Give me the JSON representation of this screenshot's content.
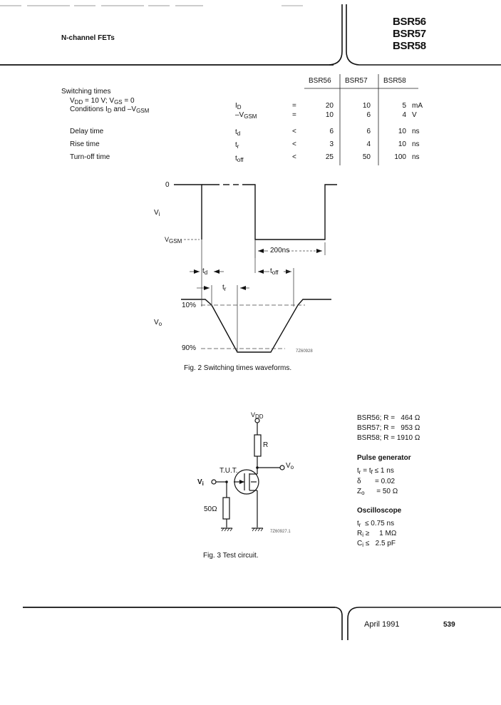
{
  "header": {
    "subtitle": "N-channel FETs",
    "types": [
      "BSR56",
      "BSR57",
      "BSR58"
    ]
  },
  "table": {
    "columns": [
      "BSR56",
      "BSR57",
      "BSR58"
    ],
    "section_title": "Switching times",
    "cond1": "V_DD = 10 V; V_GS = 0",
    "cond2": "Conditions I_D and -V_GSM",
    "rows": [
      {
        "label": "",
        "sym": "I_D",
        "rel": "=",
        "v": [
          "20",
          "10",
          "5"
        ],
        "unit": "mA"
      },
      {
        "label": "",
        "sym": "-V_GSM",
        "rel": "=",
        "v": [
          "10",
          "6",
          "4"
        ],
        "unit": "V"
      },
      {
        "label": "Delay time",
        "sym": "t_d",
        "rel": "<",
        "v": [
          "6",
          "6",
          "10"
        ],
        "unit": "ns"
      },
      {
        "label": "Rise time",
        "sym": "t_r",
        "rel": "<",
        "v": [
          "3",
          "4",
          "10"
        ],
        "unit": "ns"
      },
      {
        "label": "Turn-off time",
        "sym": "t_off",
        "rel": "<",
        "v": [
          "25",
          "50",
          "100"
        ],
        "unit": "ns"
      }
    ]
  },
  "fig2": {
    "label_0": "0",
    "label_vi": "V",
    "label_vgsm": "V",
    "label_200": "200ns",
    "label_td": "t",
    "label_toff": "t",
    "label_tr": "t",
    "label_10": "10%",
    "label_vo": "V",
    "label_90": "90%",
    "code": "7Z60928",
    "caption": "Fig. 2  Switching times waveforms."
  },
  "fig3": {
    "vdd": "V",
    "r": "R",
    "vo": "V",
    "tut": "T.U.T.",
    "vi": "V",
    "r50": "50Ω",
    "code": "7Z60927.1",
    "caption": "Fig. 3  Test circuit."
  },
  "specs": {
    "r_lines": [
      "BSR56; R =   464 Ω",
      "BSR57; R =   953 Ω",
      "BSR58; R = 1910 Ω"
    ],
    "pulse_title": "Pulse generator",
    "pulse_lines": [
      "t_r = t_f ≤ 1 ns",
      "δ       = 0.02",
      "Z_o     = 50 Ω"
    ],
    "osc_title": "Oscilloscope",
    "osc_lines": [
      "t_r  ≤ 0.75 ns",
      "R_i ≥    1 MΩ",
      "C_i ≤  2.5 pF"
    ]
  },
  "footer": {
    "date": "April 1991",
    "page": "539"
  }
}
